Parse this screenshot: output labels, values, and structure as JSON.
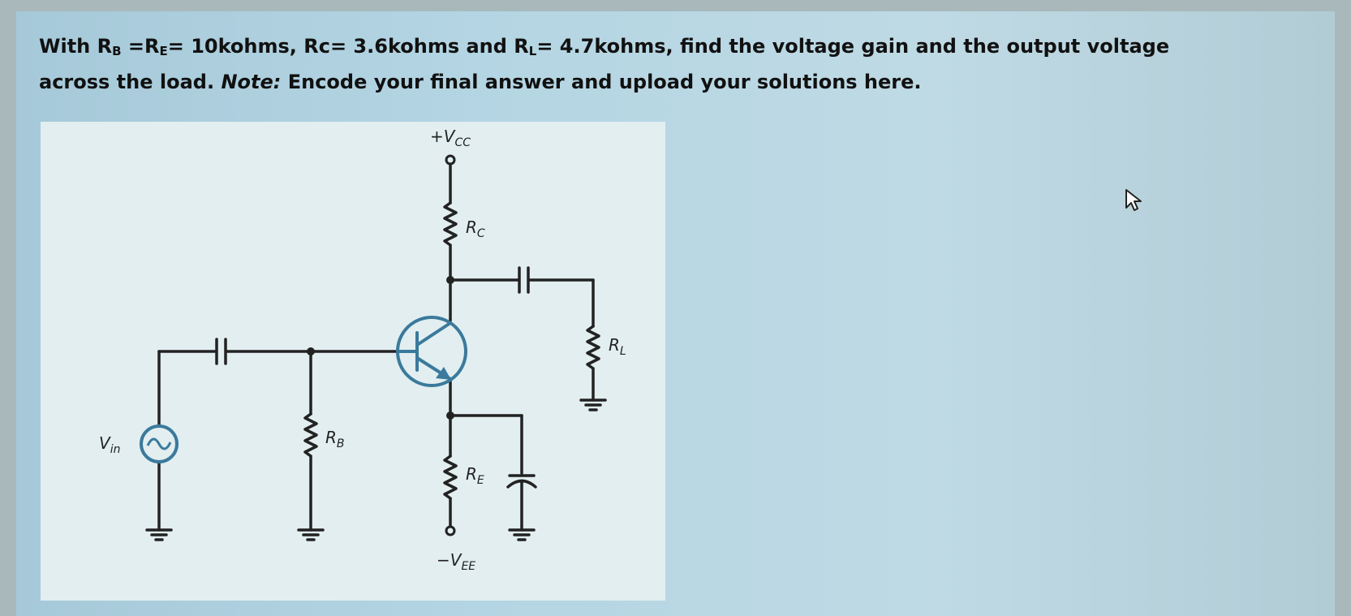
{
  "question": {
    "line1": {
      "p1": "With R",
      "sub_b": "B",
      "p2": " =R",
      "sub_e": "E",
      "p3": "= 10kohms, Rc= 3.6kohms and R",
      "sub_l": "L",
      "p4": "= 4.7kohms, find the voltage gain and the output voltage"
    },
    "line2": {
      "p1": "across the load. ",
      "note_label": "Note:",
      "p2": " Encode your final answer and upload your solutions here."
    }
  },
  "circuit": {
    "vcc_label": "+V",
    "vcc_sub": "CC",
    "rc_label": "R",
    "rc_sub": "C",
    "rl_label": "R",
    "rl_sub": "L",
    "rb_label": "R",
    "rb_sub": "B",
    "re_label": "R",
    "re_sub": "E",
    "vin_label": "V",
    "vin_sub": "in",
    "vee_label": "−V",
    "vee_sub": "EE"
  },
  "colors": {
    "wire": "#222222",
    "transistor": "#3a7a9c",
    "panel": "#e2eef0"
  },
  "icons": {
    "cursor": "mouse-pointer-icon"
  }
}
